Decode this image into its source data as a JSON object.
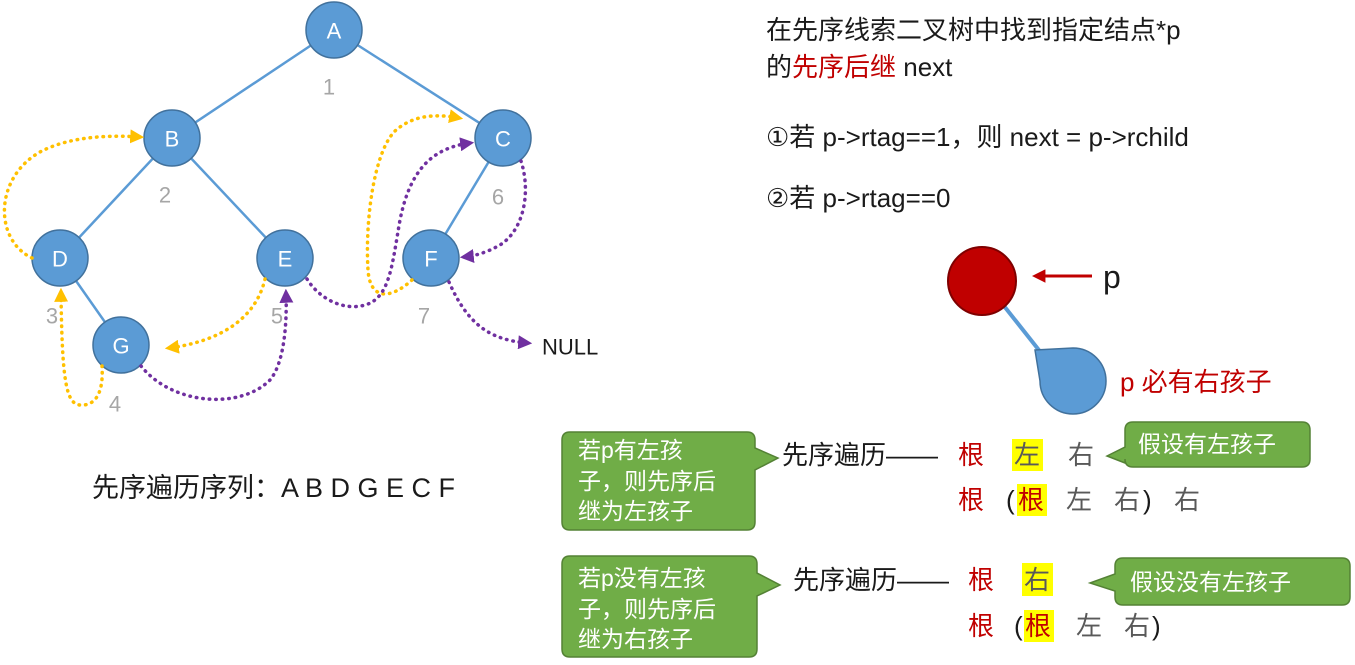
{
  "colors": {
    "node_fill": "#5b9bd5",
    "node_stroke": "#41719c",
    "edge": "#5b9bd5",
    "thread_yellow": "#ffc000",
    "thread_purple": "#7030a0",
    "accent_red": "#c00000",
    "callout_fill": "#70ad47",
    "callout_stroke": "#548235",
    "highlight": "#ffff00",
    "order_gray": "#a6a6a6"
  },
  "tree": {
    "nodes": [
      {
        "label": "A",
        "order": "1"
      },
      {
        "label": "B",
        "order": "2"
      },
      {
        "label": "C",
        "order": "6"
      },
      {
        "label": "D",
        "order": "3"
      },
      {
        "label": "E",
        "order": "5"
      },
      {
        "label": "F",
        "order": "7"
      },
      {
        "label": "G",
        "order": "4"
      }
    ],
    "null_label": "NULL",
    "sequence_caption": "先序遍历序列：",
    "sequence": "A B D G E C F"
  },
  "rule": {
    "title_line1": "在先序线索二叉树中找到指定结点*p",
    "title_line2_pre": "的",
    "title_line2_key": "先序后继",
    "title_line2_post": " next",
    "case1": "①若 p->rtag==1，则 next = p->rchild",
    "case2": "②若 p->rtag==0"
  },
  "pointer": {
    "label": "p",
    "note": "p 必有右孩子"
  },
  "with_left_child": {
    "callout_lines": [
      "若p有左孩",
      "子，则先序后",
      "继为左孩子"
    ],
    "assumption": "假设有左孩子",
    "traversal_label": "先序遍历——",
    "row1": {
      "root": "根",
      "left": "左",
      "right": "右"
    },
    "row2": {
      "root": "根",
      "open": "(",
      "sub_root": "根",
      "sub_left": "左",
      "sub_right": "右",
      "close": ")",
      "right": "右"
    }
  },
  "without_left_child": {
    "callout_lines": [
      "若p没有左孩",
      "子，则先序后",
      "继为右孩子"
    ],
    "assumption": "假设没有左孩子",
    "traversal_label": "先序遍历——",
    "row1": {
      "root": "根",
      "right": "右"
    },
    "row2": {
      "root": "根",
      "open": "(",
      "sub_root": "根",
      "sub_left": "左",
      "sub_right": "右",
      "close": ")"
    }
  }
}
